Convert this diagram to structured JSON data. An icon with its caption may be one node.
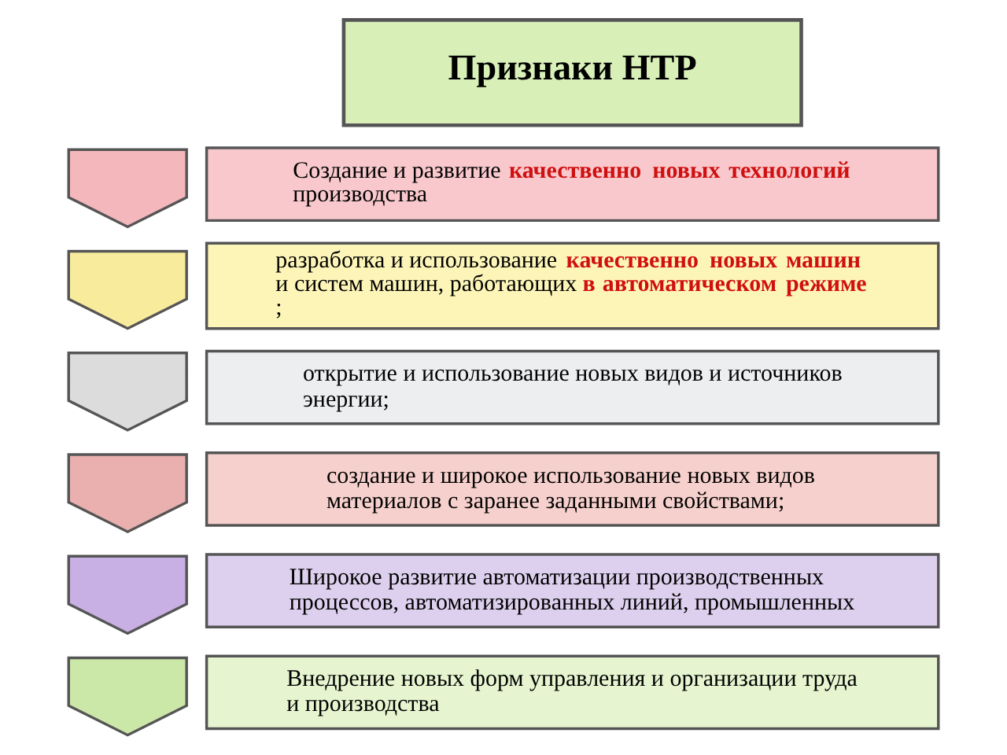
{
  "diagram": {
    "nodes": [
      {
        "text": [
          "Признаки НТР"
        ]
      },
      {
        "text": [],
        "shape": "chevron"
      },
      {
        "text": [
          "Создание и развитие **качественно новых технологий** производства"
        ]
      },
      {
        "text": [],
        "shape": "chevron"
      },
      {
        "text": [
          "разработка и использование **качественно новых машин** и систем машин, работающих **в автоматическом режиме**;"
        ]
      },
      {
        "text": [],
        "shape": "chevron"
      },
      {
        "text": [
          "открытие и использование новых видов и источников энергии;"
        ]
      },
      {
        "text": [],
        "shape": "chevron"
      },
      {
        "text": [
          "создание и широкое использование новых видов материалов с заранее заданными свойствами;"
        ]
      },
      {
        "text": [],
        "shape": "chevron"
      },
      {
        "text": [
          "Широкое развитие автоматизации производственных процессов, автоматизированных линий, промышленных"
        ]
      },
      {
        "text": [],
        "shape": "chevron"
      },
      {
        "text": [
          "Внедрение новых форм управления и организации  труда и производства"
        ]
      }
    ],
    "edges": []
  }
}
